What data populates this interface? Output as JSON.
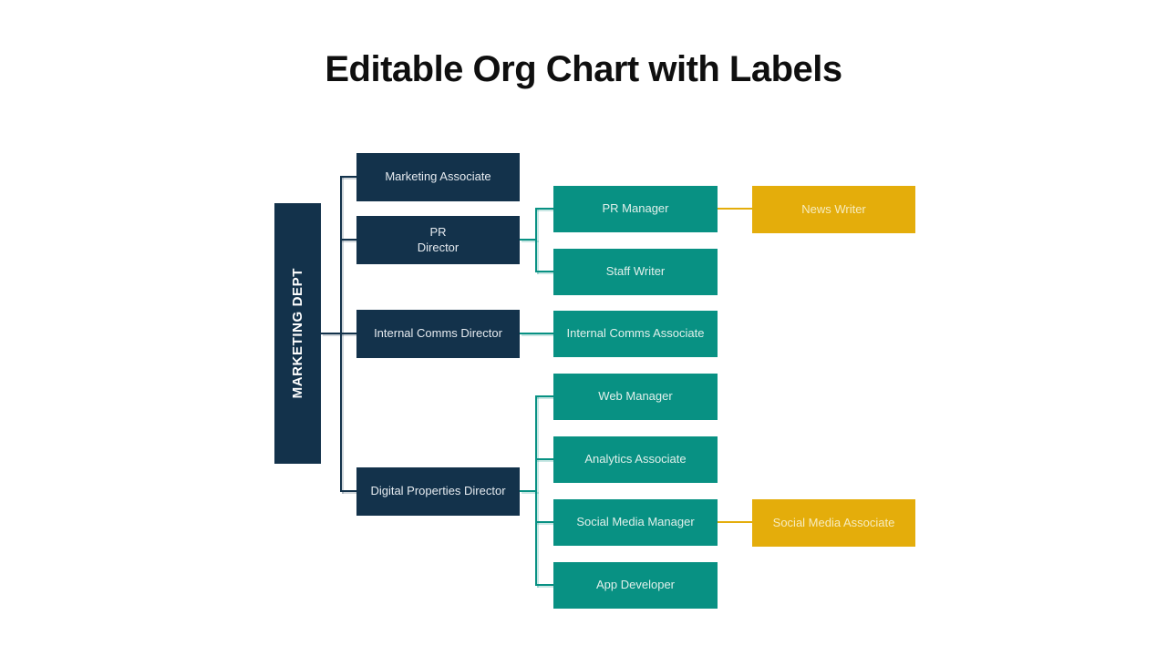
{
  "title": "Editable Org Chart with Labels",
  "colors": {
    "level1_navy": "#13324b",
    "level2_teal": "#089183",
    "level3_gold": "#e4ad0b",
    "background": "#ffffff",
    "title_text": "#0f0f0f",
    "dept_label_text": "#ffffff"
  },
  "org": {
    "department": "MARKETING DEPT",
    "children": [
      {
        "title": "Marketing Associate"
      },
      {
        "title": "PR\nDirector",
        "children": [
          {
            "title": "PR Manager",
            "children": [
              {
                "title": "News Writer"
              }
            ]
          },
          {
            "title": "Staff Writer"
          }
        ]
      },
      {
        "title": "Internal Comms Director",
        "children": [
          {
            "title": "Internal Comms Associate"
          }
        ]
      },
      {
        "title": "Digital Properties Director",
        "children": [
          {
            "title": "Web Manager"
          },
          {
            "title": "Analytics Associate"
          },
          {
            "title": "Social Media Manager",
            "children": [
              {
                "title": "Social Media Associate"
              }
            ]
          },
          {
            "title": "App Developer"
          }
        ]
      }
    ]
  }
}
